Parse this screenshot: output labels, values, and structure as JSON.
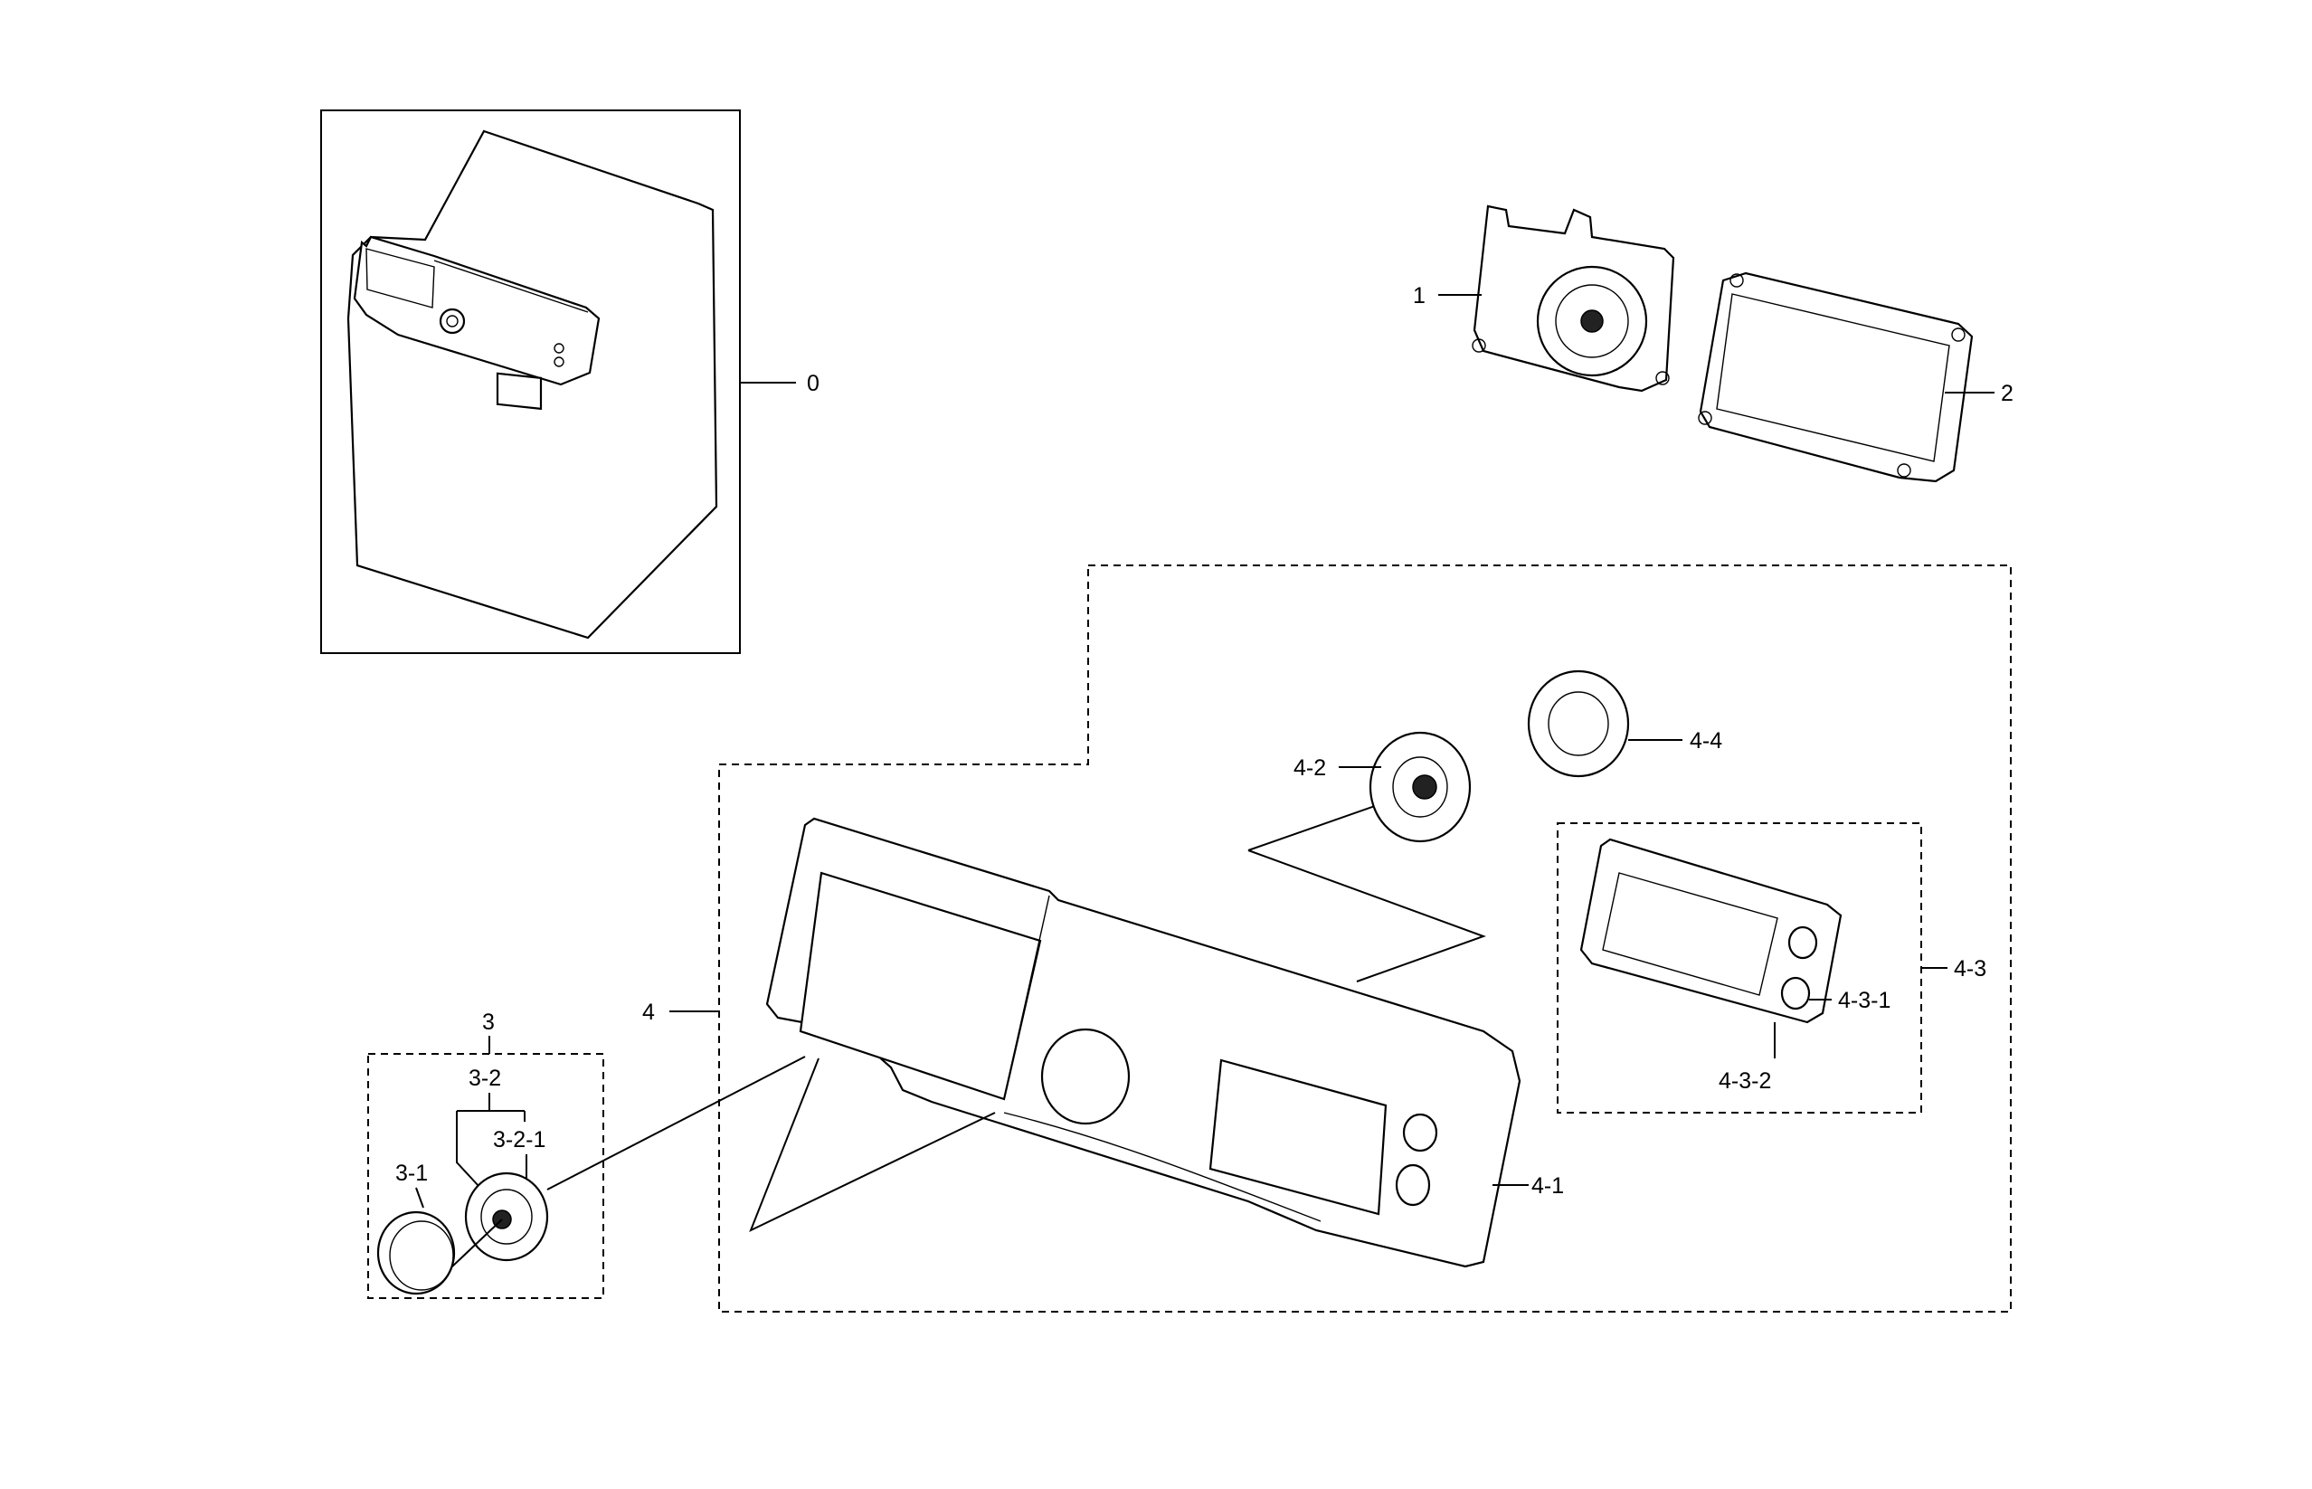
{
  "labels": {
    "p0": "0",
    "p1": "1",
    "p2": "2",
    "p3": "3",
    "p3_1": "3-1",
    "p3_2": "3-2",
    "p3_2_1": "3-2-1",
    "p4": "4",
    "p4_1": "4-1",
    "p4_2": "4-2",
    "p4_3": "4-3",
    "p4_3_1": "4-3-1",
    "p4_3_2": "4-3-2",
    "p4_4": "4-4"
  }
}
